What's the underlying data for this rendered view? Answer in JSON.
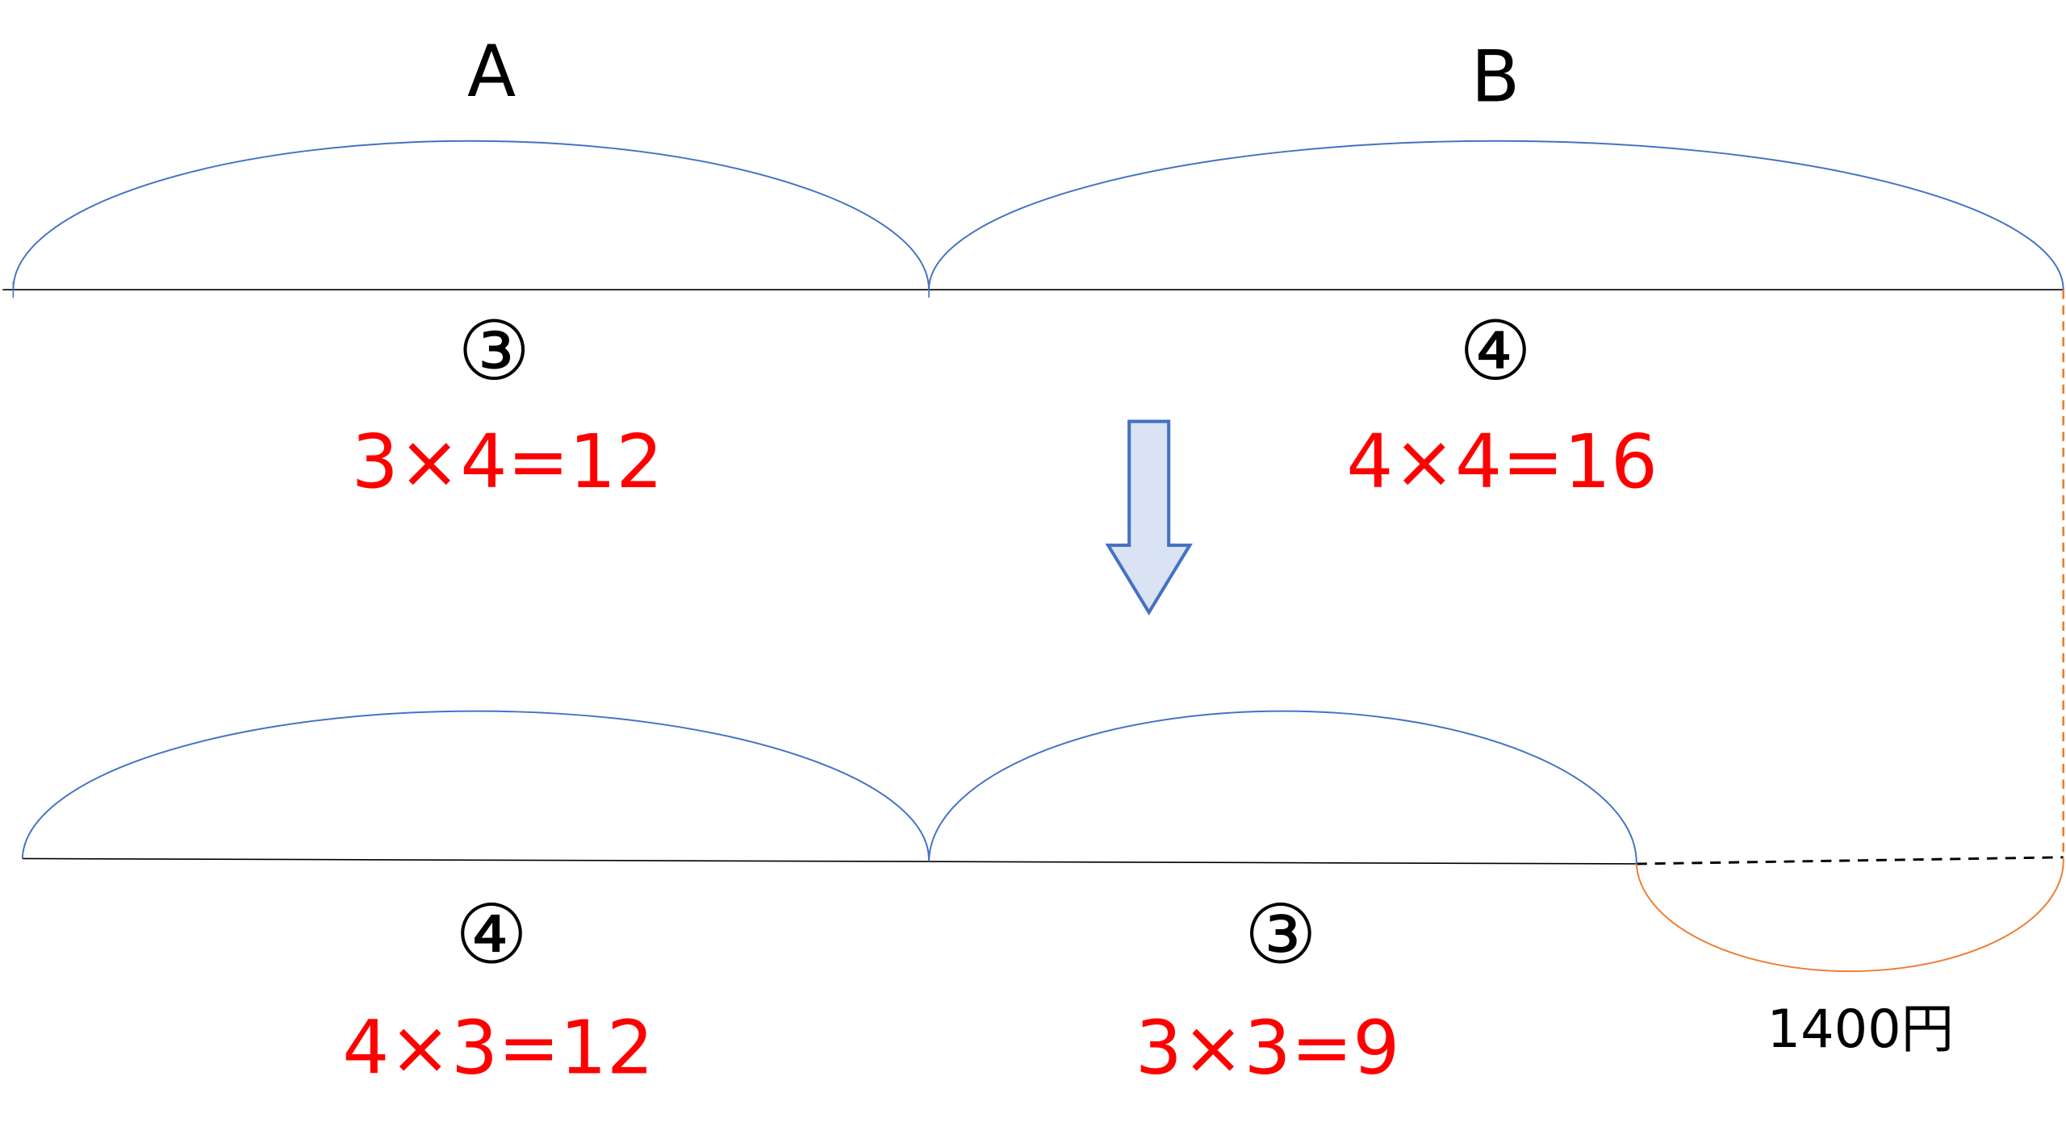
{
  "colors": {
    "arc": "#4472c4",
    "line": "#000000",
    "highlight": "#ed7d31",
    "formula": "#ff0000",
    "arrow_fill": "#dae3f3"
  },
  "top": {
    "label_a": "A",
    "label_b": "B",
    "ratio_a": "③",
    "ratio_b": "④",
    "formula_a": "3×4=12",
    "formula_b": "4×4=16"
  },
  "bottom": {
    "ratio_a": "④",
    "ratio_b": "③",
    "formula_a": "4×3=12",
    "formula_b": "3×3=9",
    "difference_label": "1400円"
  }
}
